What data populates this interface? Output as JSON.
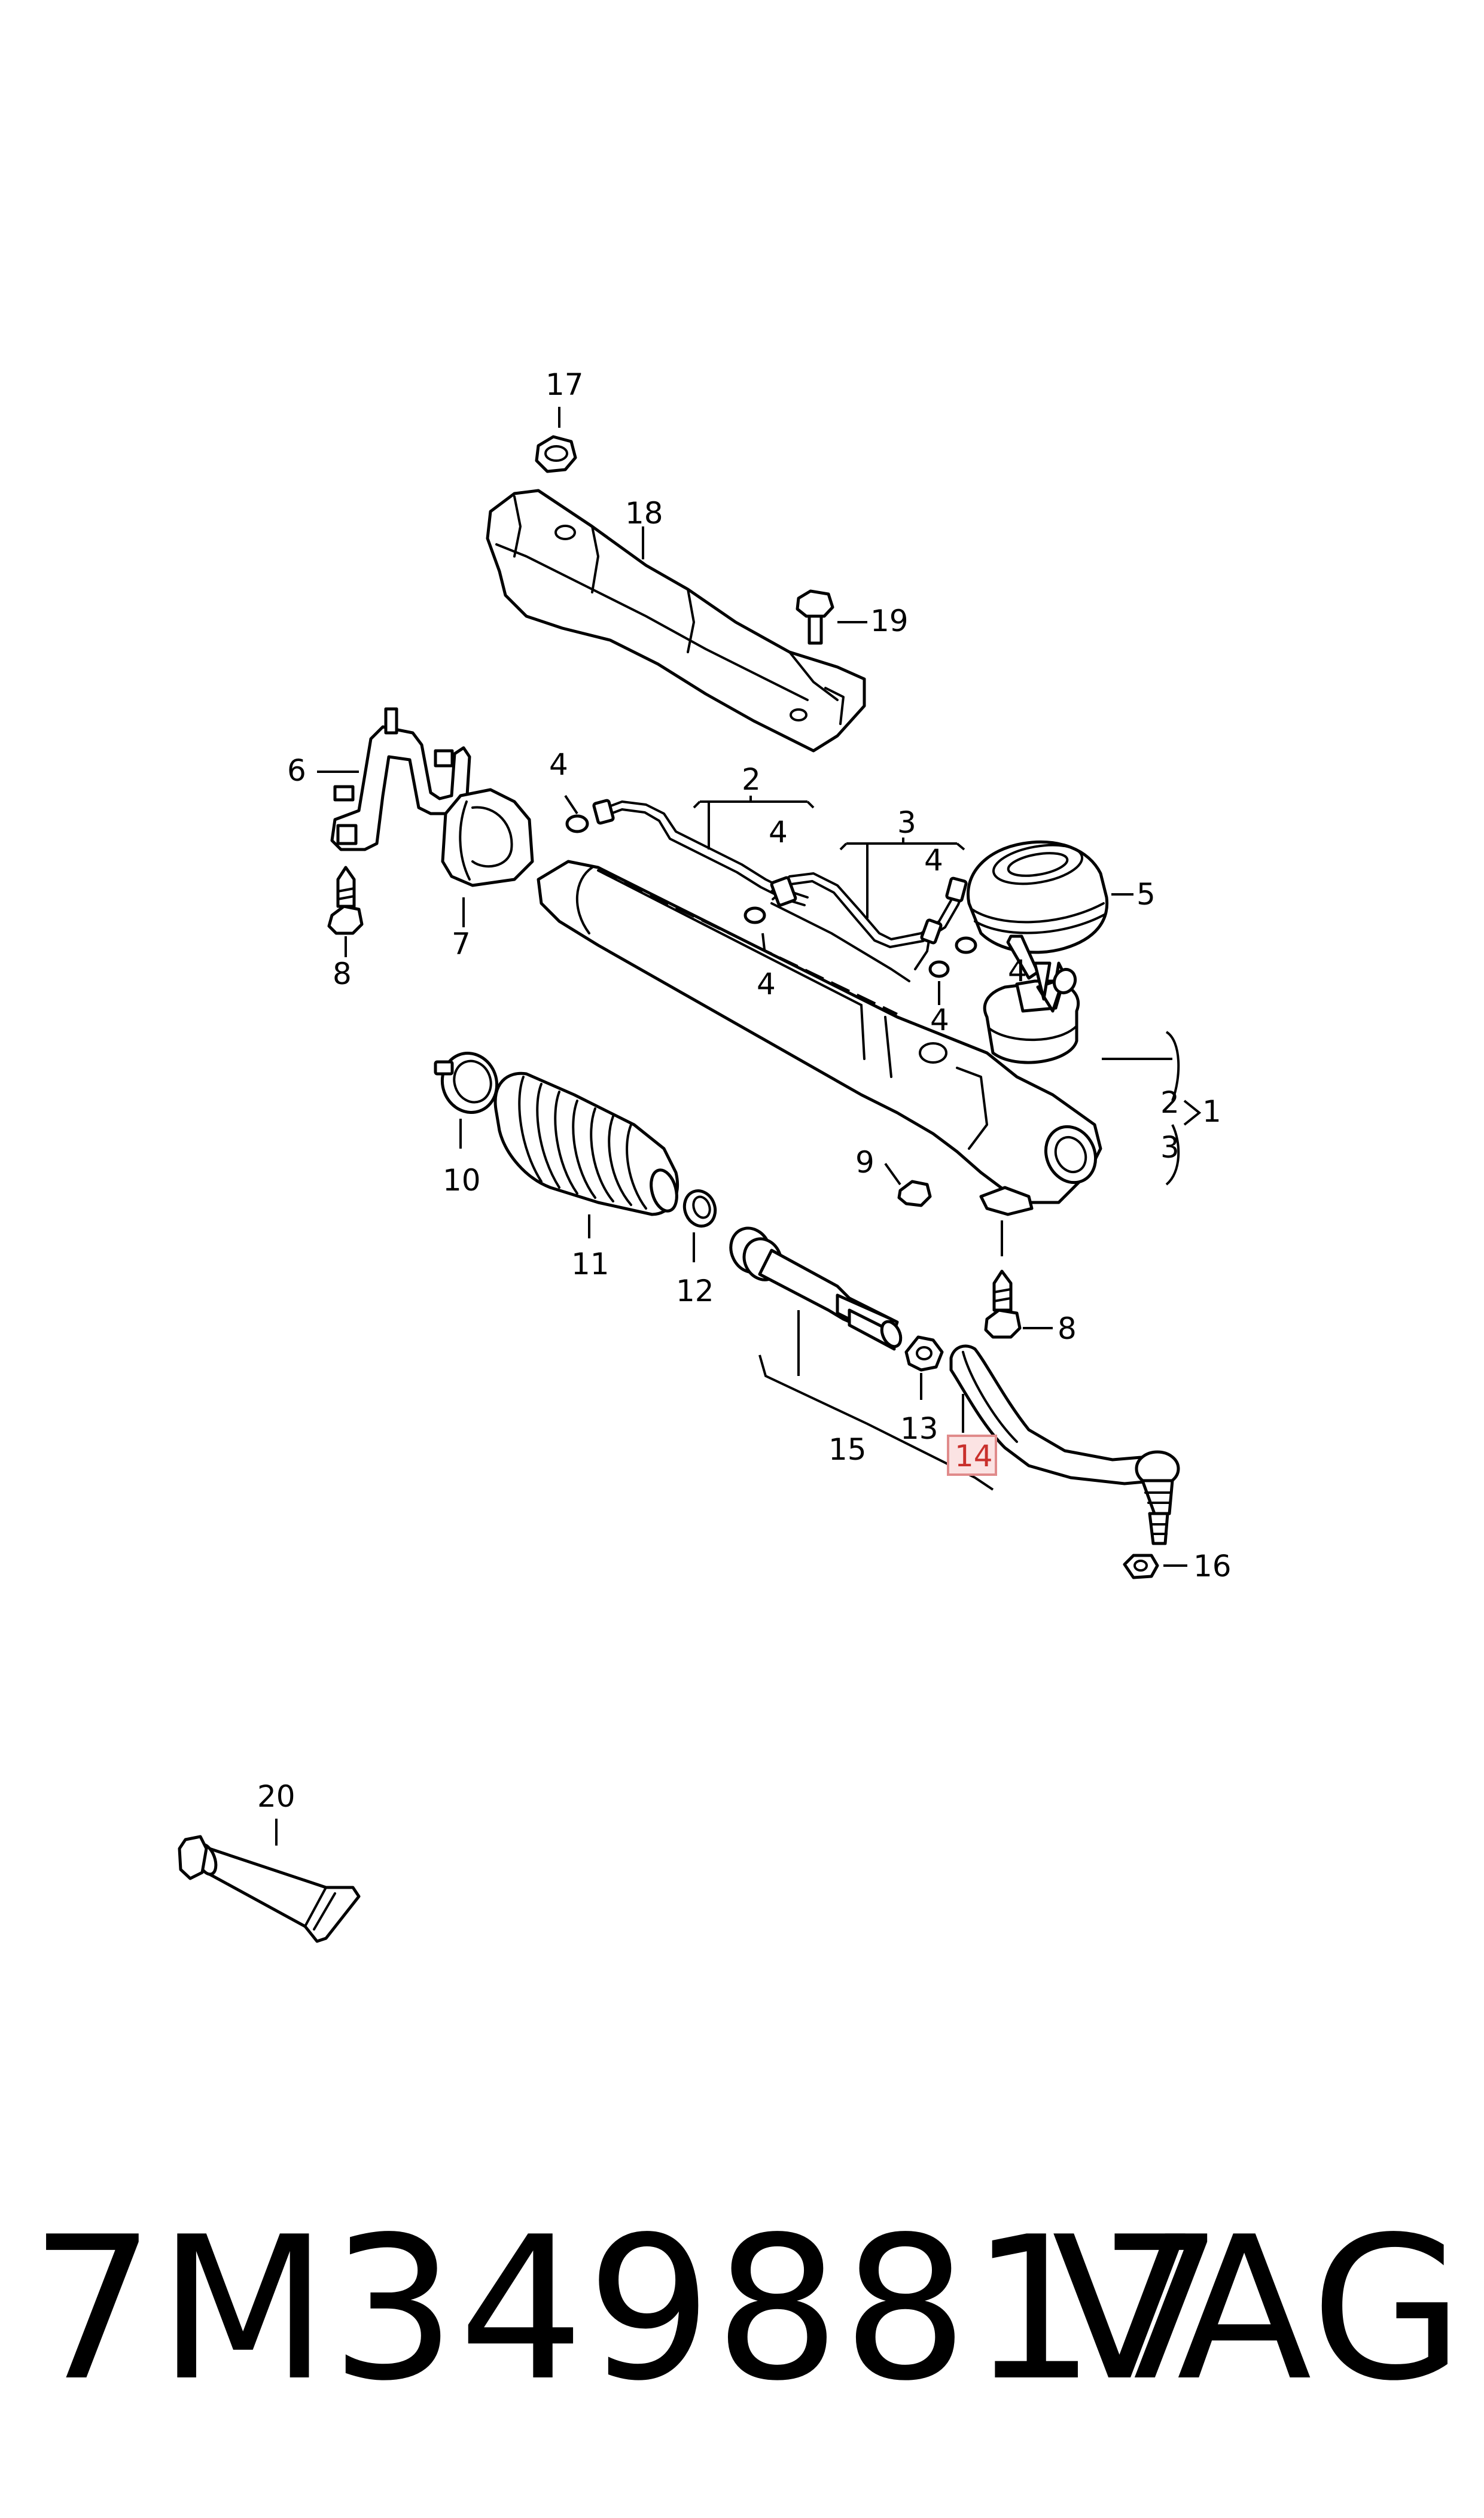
{
  "diagram": {
    "callouts": {
      "c1": "1",
      "c2a": "2",
      "c2b": "2",
      "c3a": "3",
      "c3b": "3",
      "c4a": "4",
      "c4b": "4",
      "c4c": "4",
      "c4d": "4",
      "c4e": "4",
      "c4f": "4",
      "c5": "5",
      "c6": "6",
      "c7": "7",
      "c8a": "8",
      "c8b": "8",
      "c9": "9",
      "c10": "10",
      "c11": "11",
      "c12": "12",
      "c13": "13",
      "c14": "14",
      "c15": "15",
      "c16": "16",
      "c17": "17",
      "c18": "18",
      "c19": "19",
      "c20": "20"
    },
    "highlighted_callout": "14",
    "highlight_color": "#c9302c"
  },
  "footer": {
    "part_number": "7M3498817",
    "brand": "VAG"
  }
}
